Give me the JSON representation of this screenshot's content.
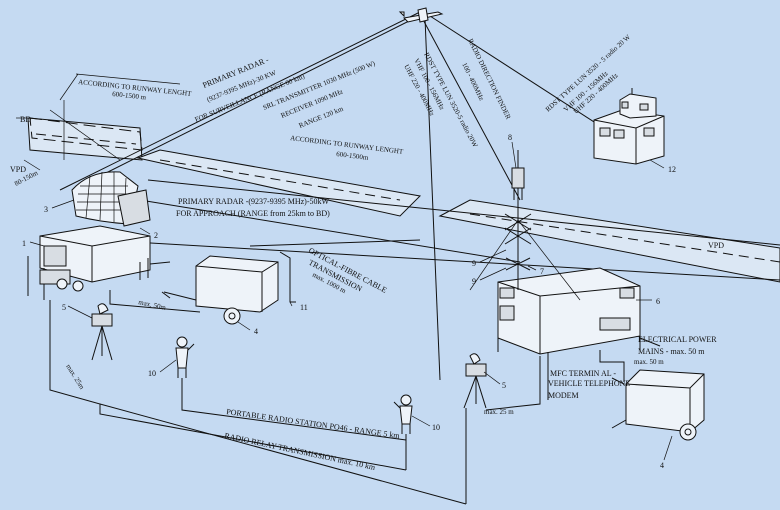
{
  "labels": {
    "according_top": "ACCORDING TO RUNWAY LENGHT",
    "according_top_range": "600-1500 m",
    "according_mid": "ACCORDING TO RUNWAY LENGHT",
    "according_mid_range": "600-1500m",
    "bd": "BD",
    "vpd_left": "VPD",
    "vpd_right": "VPD",
    "dist_80_150": "80-150m",
    "primary_radar_1_l1": "PRIMARY RADAR -",
    "primary_radar_1_l2": "(9237-9395 MHz)-30 KW",
    "primary_radar_1_l3": "FOR SURVEILLANCE (RANGE 60 km)",
    "srl_l1": "SRL TRANSMITTER 1030 MHz (500 W)",
    "srl_l2": "RECEIVER 1090 MHz",
    "srl_l3": "RANGE 120 km",
    "rdst_a_l1": "RDST TYPE LUN 3520-5 radio 20W",
    "rdst_a_l2": "VHF 100 - 156MHz",
    "rdst_a_l3": "UHF 220 - 400MHz",
    "rdf_l1": "RADIO DIRECTION FINDER",
    "rdf_l2": "100 - 400MHz",
    "rdst_b_l1": "RDST TYPE LUN 3520 - 5 radio 20 W",
    "rdst_b_l2": "VHF 100 - 156MHz",
    "rdst_b_l3": "UHF 220 - 400MHz",
    "primary_radar_2_l1": "PRIMARY RADAR -(9237-9395 MHz)-50kW",
    "primary_radar_2_l2": "FOR APPROACH (RANGE from 25km to BD)",
    "optical_l1": "OPTICAL-FIBRE CABLE",
    "optical_l2": "TRANSMISSION",
    "optical_l3": "max. 1000 m",
    "max50_left": "max. 50m",
    "electrical_l1": "ELECTRICAL POWER",
    "electrical_l2": "MAINS - max. 50 m",
    "max50_right": "max. 50 m",
    "mfc_l1": "MFC TERMIN AL -",
    "mfc_l2": "VEHICLE TELEPHONE",
    "modem": "MODEM",
    "max25_left": "max. 25m",
    "max25_right": "max. 25 m",
    "portable": "PORTABLE RADIO STATION  PO46 - RANGE 5 km",
    "relay": "RADIO RELAY TRANSMISSION  max. 10 km",
    "n1": "1",
    "n2": "2",
    "n3": "3",
    "n4a": "4",
    "n4b": "4",
    "n5a": "5",
    "n5b": "5",
    "n6": "6",
    "n7": "7",
    "n8": "8",
    "n9a": "9",
    "n9b": "9",
    "n10a": "10",
    "n10b": "10",
    "n11": "11",
    "n12": "12"
  },
  "colors": {
    "background": "#c5daf2",
    "line": "#111111"
  }
}
